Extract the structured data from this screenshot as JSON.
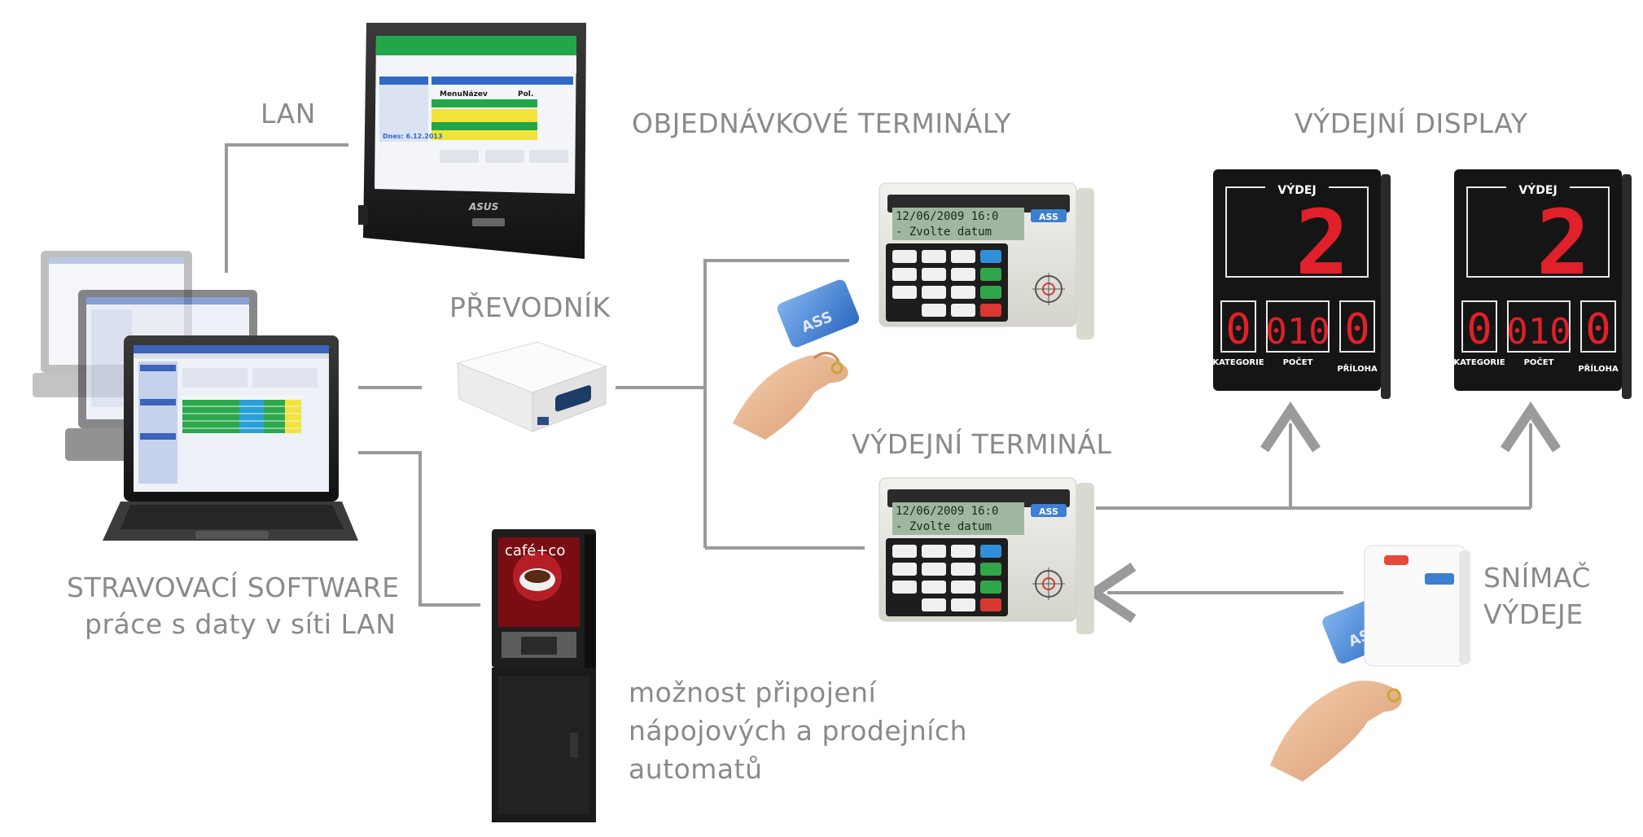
{
  "labels": {
    "lan": "LAN",
    "order_terminals": "OBJEDNÁVKOVÉ TERMINÁLY",
    "converter": "PŘEVODNÍK",
    "dispense_terminal": "VÝDEJNÍ TERMINÁL",
    "dispense_display": "VÝDEJNÍ DISPLAY",
    "software_line1": "STRAVOVACÍ SOFTWARE",
    "software_line2": "práce s daty v síti LAN",
    "reader_line1": "SNÍMAČ",
    "reader_line2": "VÝDEJE",
    "vending_line1": "možnost připojení",
    "vending_line2": "nápojových a prodejních",
    "vending_line3": "automatů"
  },
  "display": {
    "title": "VÝDEJ",
    "big_digit": "2",
    "category_digit": "0",
    "count_digits": "010",
    "attachment_digit": "0",
    "category_label": "KATEGORIE",
    "count_label": "POČET",
    "attachment_label": "PŘÍLOHA"
  },
  "terminal": {
    "lcd_line1": "12/06/2009 16:0",
    "lcd_line2": "- Zvolte datum",
    "logo": "ASS"
  },
  "monitor": {
    "brand": "ASUS",
    "menu_header": "Menu",
    "name_header": "Název",
    "count_header": "Pol.",
    "date_text": "Dnes: 6.12.2013"
  },
  "vending": {
    "brand": "café+co"
  },
  "colors": {
    "label": "#8a8a8a",
    "line": "#9a9a9a",
    "led_red": "#e0202a",
    "screen_green": "#21a64a",
    "screen_yellow": "#f1e33a",
    "screen_blue": "#2f68c9",
    "card_blue": "#3d7fd0"
  }
}
